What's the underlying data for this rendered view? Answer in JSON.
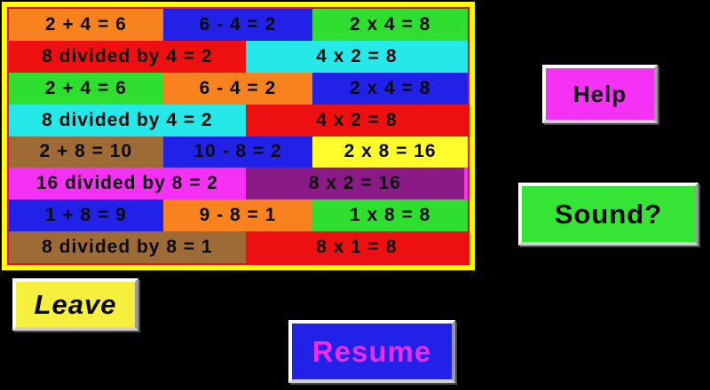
{
  "board": {
    "rows": [
      {
        "cells": [
          {
            "text": "2 + 4 = 6",
            "bg": "#f8821e",
            "w": "33.6%"
          },
          {
            "text": "6 - 4 = 2",
            "bg": "#2121e8",
            "w": "32.6%"
          },
          {
            "text": "2 x 4 = 8",
            "bg": "#2fdf2f",
            "w": "33.8%"
          }
        ]
      },
      {
        "cells": [
          {
            "text": "8 divided by 4 = 2",
            "bg": "#ee1010",
            "w": "51.6%"
          },
          {
            "text": "4 x 2 = 8",
            "bg": "#25e9e9",
            "w": "48.4%"
          }
        ]
      },
      {
        "cells": [
          {
            "text": "2 + 4 = 6",
            "bg": "#2fdf2f",
            "w": "33.6%"
          },
          {
            "text": "6 - 4 = 2",
            "bg": "#f8821e",
            "w": "32.6%"
          },
          {
            "text": "2 x 4 = 8",
            "bg": "#2121e8",
            "w": "33.8%"
          }
        ]
      },
      {
        "cells": [
          {
            "text": "8 divided by 4 = 2",
            "bg": "#25e9e9",
            "w": "51.6%"
          },
          {
            "text": "4 x 2 = 8",
            "bg": "#ee1010",
            "w": "48.4%"
          }
        ]
      },
      {
        "cells": [
          {
            "text": "2 + 8 = 10",
            "bg": "#9e6a35",
            "w": "33.6%"
          },
          {
            "text": "10 - 8 = 2",
            "bg": "#2121e8",
            "w": "32.6%"
          },
          {
            "text": "2 x 8 = 16",
            "bg": "#ffff2e",
            "w": "33.8%"
          }
        ]
      },
      {
        "cells": [
          {
            "text": "16 divided by 8 = 2",
            "bg": "#f531f5",
            "w": "51.6%"
          },
          {
            "text": "8 x 2 = 16",
            "bg": "#8a1b86",
            "w": "48.4%",
            "edge_right": "#f531f5"
          }
        ]
      },
      {
        "cells": [
          {
            "text": "1 + 8 = 9",
            "bg": "#2121e8",
            "w": "33.6%"
          },
          {
            "text": "9 - 8 = 1",
            "bg": "#f8821e",
            "w": "32.6%"
          },
          {
            "text": "1 x 8 = 8",
            "bg": "#2fdf2f",
            "w": "33.8%"
          }
        ]
      },
      {
        "cells": [
          {
            "text": "8 divided by 8 = 1",
            "bg": "#9e6a35",
            "w": "51.6%"
          },
          {
            "text": "8 x 1 = 8",
            "bg": "#ee1010",
            "w": "48.4%"
          }
        ]
      }
    ]
  },
  "buttons": {
    "help": {
      "label": "Help",
      "bg": "#f531f5",
      "text_color": "#0a0a0a"
    },
    "sound": {
      "label": "Sound?",
      "bg": "#35e435",
      "text_color": "#0a0a0a"
    },
    "leave": {
      "label": "Leave",
      "bg": "#f6ef3e",
      "text_color": "#0a0a0a"
    },
    "resume": {
      "label": "Resume",
      "bg": "#2121e8",
      "text_color": "#ee2bee"
    }
  },
  "colors": {
    "screen_background": "#000000",
    "panel_border": "#ffff00",
    "panel_background": "#e51212",
    "cell_text": "#0a0a0a"
  }
}
